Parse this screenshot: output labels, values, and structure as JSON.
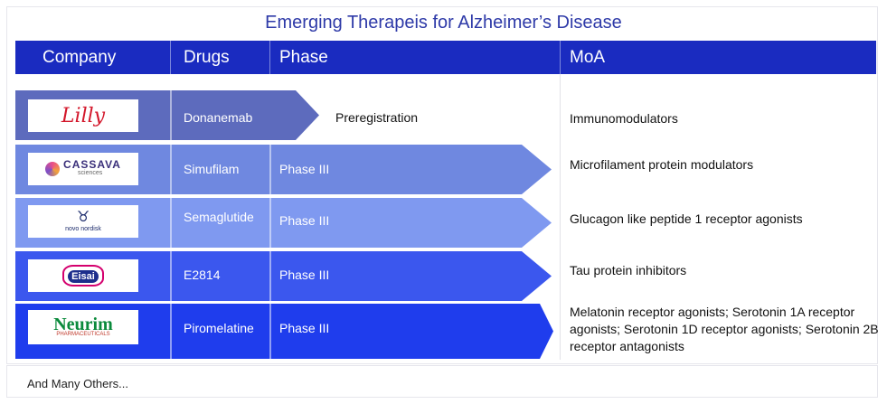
{
  "title": "Emerging Therapeis for Alzheimer’s Disease",
  "headers": {
    "company": "Company",
    "drugs": "Drugs",
    "phase": "Phase",
    "moa": "MoA"
  },
  "rows": [
    {
      "logo": "Lilly",
      "logo_sub": "",
      "drug": "Donanemab",
      "phase": "Preregistration",
      "moa": "Immunomodulators"
    },
    {
      "logo": "CASSAVA",
      "logo_sub": "sciences",
      "drug": "Simufilam",
      "phase": "Phase III",
      "moa": "Microfilament protein modulators"
    },
    {
      "logo": "",
      "logo_sub": "novo nordisk",
      "drug": "Semaglutide",
      "phase": "Phase III",
      "moa": "Glucagon like peptide 1 receptor agonists"
    },
    {
      "logo": "Eisai",
      "logo_sub": "",
      "drug": "E2814",
      "phase": "Phase III",
      "moa": "Tau protein inhibitors"
    },
    {
      "logo": "Neurim",
      "logo_sub": "PHARMACEUTICALS",
      "drug": "Piromelatine",
      "phase": "Phase III",
      "moa": "Melatonin receptor agonists; Serotonin 1A receptor agonists; Serotonin 1D receptor agonists; Serotonin 2B receptor antagonists"
    }
  ],
  "colors": {
    "header": "#1a2bc0",
    "row1": "#5d6bbd",
    "row2": "#6f88e0",
    "row3": "#7f99f0",
    "row4": "#3b57ee",
    "row5": "#1f3ded"
  },
  "footer": "And Many Others..."
}
